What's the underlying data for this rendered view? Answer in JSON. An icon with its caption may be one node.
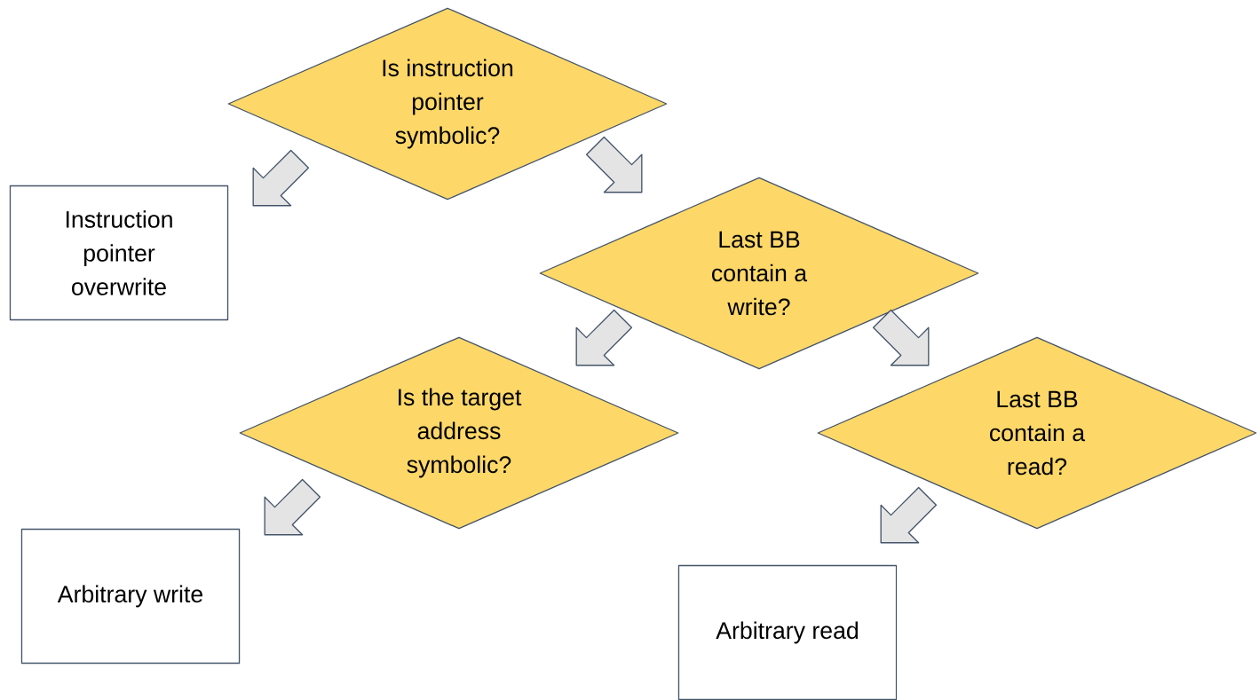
{
  "diagram": {
    "nodes": [
      {
        "text": [
          "Is instruction pointer symbolic?"
        ]
      },
      {
        "text": [
          "Instruction pointer overwrite"
        ]
      },
      {
        "text": [
          "Last BB contain a write?"
        ]
      },
      {
        "text": [
          "Is the target address symbolic?"
        ]
      },
      {
        "text": [
          "Last BB contain a read?"
        ]
      },
      {
        "text": [
          "Arbitrary write"
        ]
      },
      {
        "text": [
          "Arbitrary read"
        ]
      }
    ],
    "edges": [
      {
        "from": 0,
        "to": 1,
        "arrow": "to"
      },
      {
        "from": 0,
        "to": 2,
        "arrow": "to"
      },
      {
        "from": 2,
        "to": 3,
        "arrow": "to"
      },
      {
        "from": 2,
        "to": 4,
        "arrow": "to"
      },
      {
        "from": 3,
        "to": 5,
        "arrow": "to"
      },
      {
        "from": 4,
        "to": 6,
        "arrow": "to"
      }
    ]
  }
}
